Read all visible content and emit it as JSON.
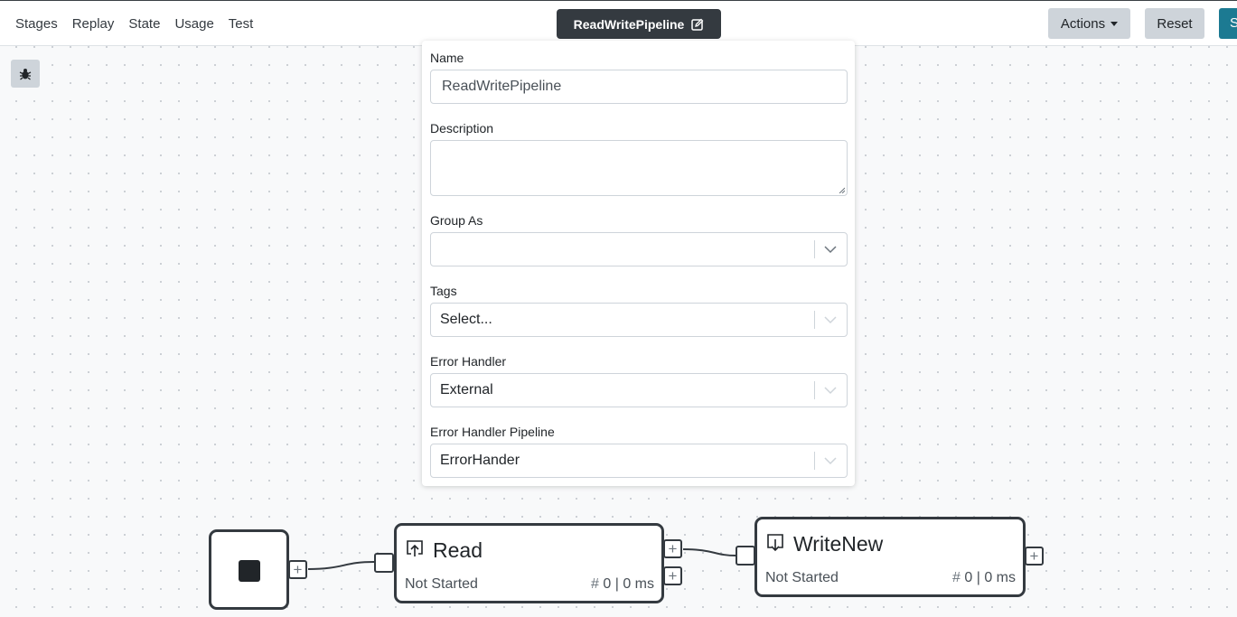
{
  "nav": {
    "items": [
      "Stages",
      "Replay",
      "State",
      "Usage",
      "Test"
    ]
  },
  "header": {
    "pipeline_name": "ReadWritePipeline",
    "actions_label": "Actions",
    "reset_label": "Reset",
    "save_label": "Save"
  },
  "panel": {
    "name_label": "Name",
    "name_value": "ReadWritePipeline",
    "description_label": "Description",
    "description_value": "",
    "group_label": "Group As",
    "group_value": "",
    "tags_label": "Tags",
    "tags_placeholder": "Select...",
    "error_handler_label": "Error Handler",
    "error_handler_value": "External",
    "error_pipeline_label": "Error Handler Pipeline",
    "error_pipeline_value": "ErrorHander"
  },
  "nodes": {
    "read": {
      "title": "Read",
      "status": "Not Started",
      "count": "0",
      "duration": "0 ms"
    },
    "write": {
      "title": "WriteNew",
      "status": "Not Started",
      "count": "0",
      "duration": "0 ms"
    }
  },
  "icons": {
    "edit": "edit-icon",
    "debug": "bug-icon",
    "read": "upload-icon",
    "write": "download-icon"
  },
  "colors": {
    "dark": "#343a40",
    "save": "#1c7a92",
    "button_gray": "#ced4da"
  }
}
